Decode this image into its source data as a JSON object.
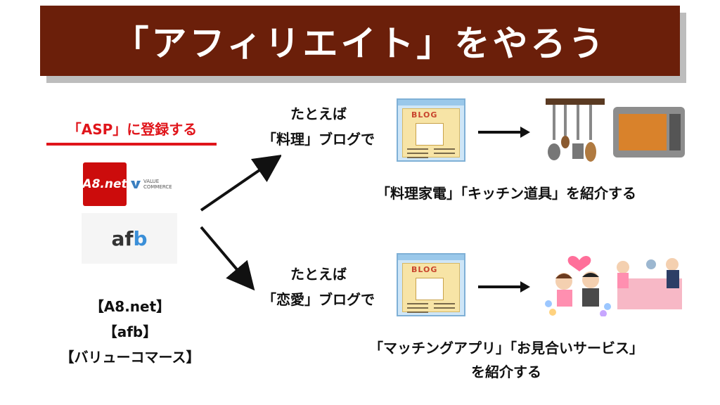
{
  "title": "「アフィリエイト」をやろう",
  "asp": {
    "label": "「ASP」に登録する",
    "logos": {
      "a8": "A8.net",
      "valuecommerce_line1": "VALUE",
      "valuecommerce_line2": "COMMERCE",
      "afb_a": "af",
      "afb_b": "b"
    },
    "list": [
      "【A8.net】",
      "【afb】",
      "【バリューコマース】"
    ]
  },
  "examples": [
    {
      "line1": "たとえば",
      "line2": "「料理」ブログで",
      "blog_logo": "BLOG",
      "caption_lines": [
        "「料理家電」「キッチン道具」を紹介する"
      ]
    },
    {
      "line1": "たとえば",
      "line2": "「恋愛」ブログで",
      "blog_logo": "BLOG",
      "caption_lines": [
        "「マッチングアプリ」「お見合いサービス」",
        "を紹介する"
      ]
    }
  ],
  "colors": {
    "title_bg": "#6b1f0a",
    "accent_red": "#e0151b"
  }
}
